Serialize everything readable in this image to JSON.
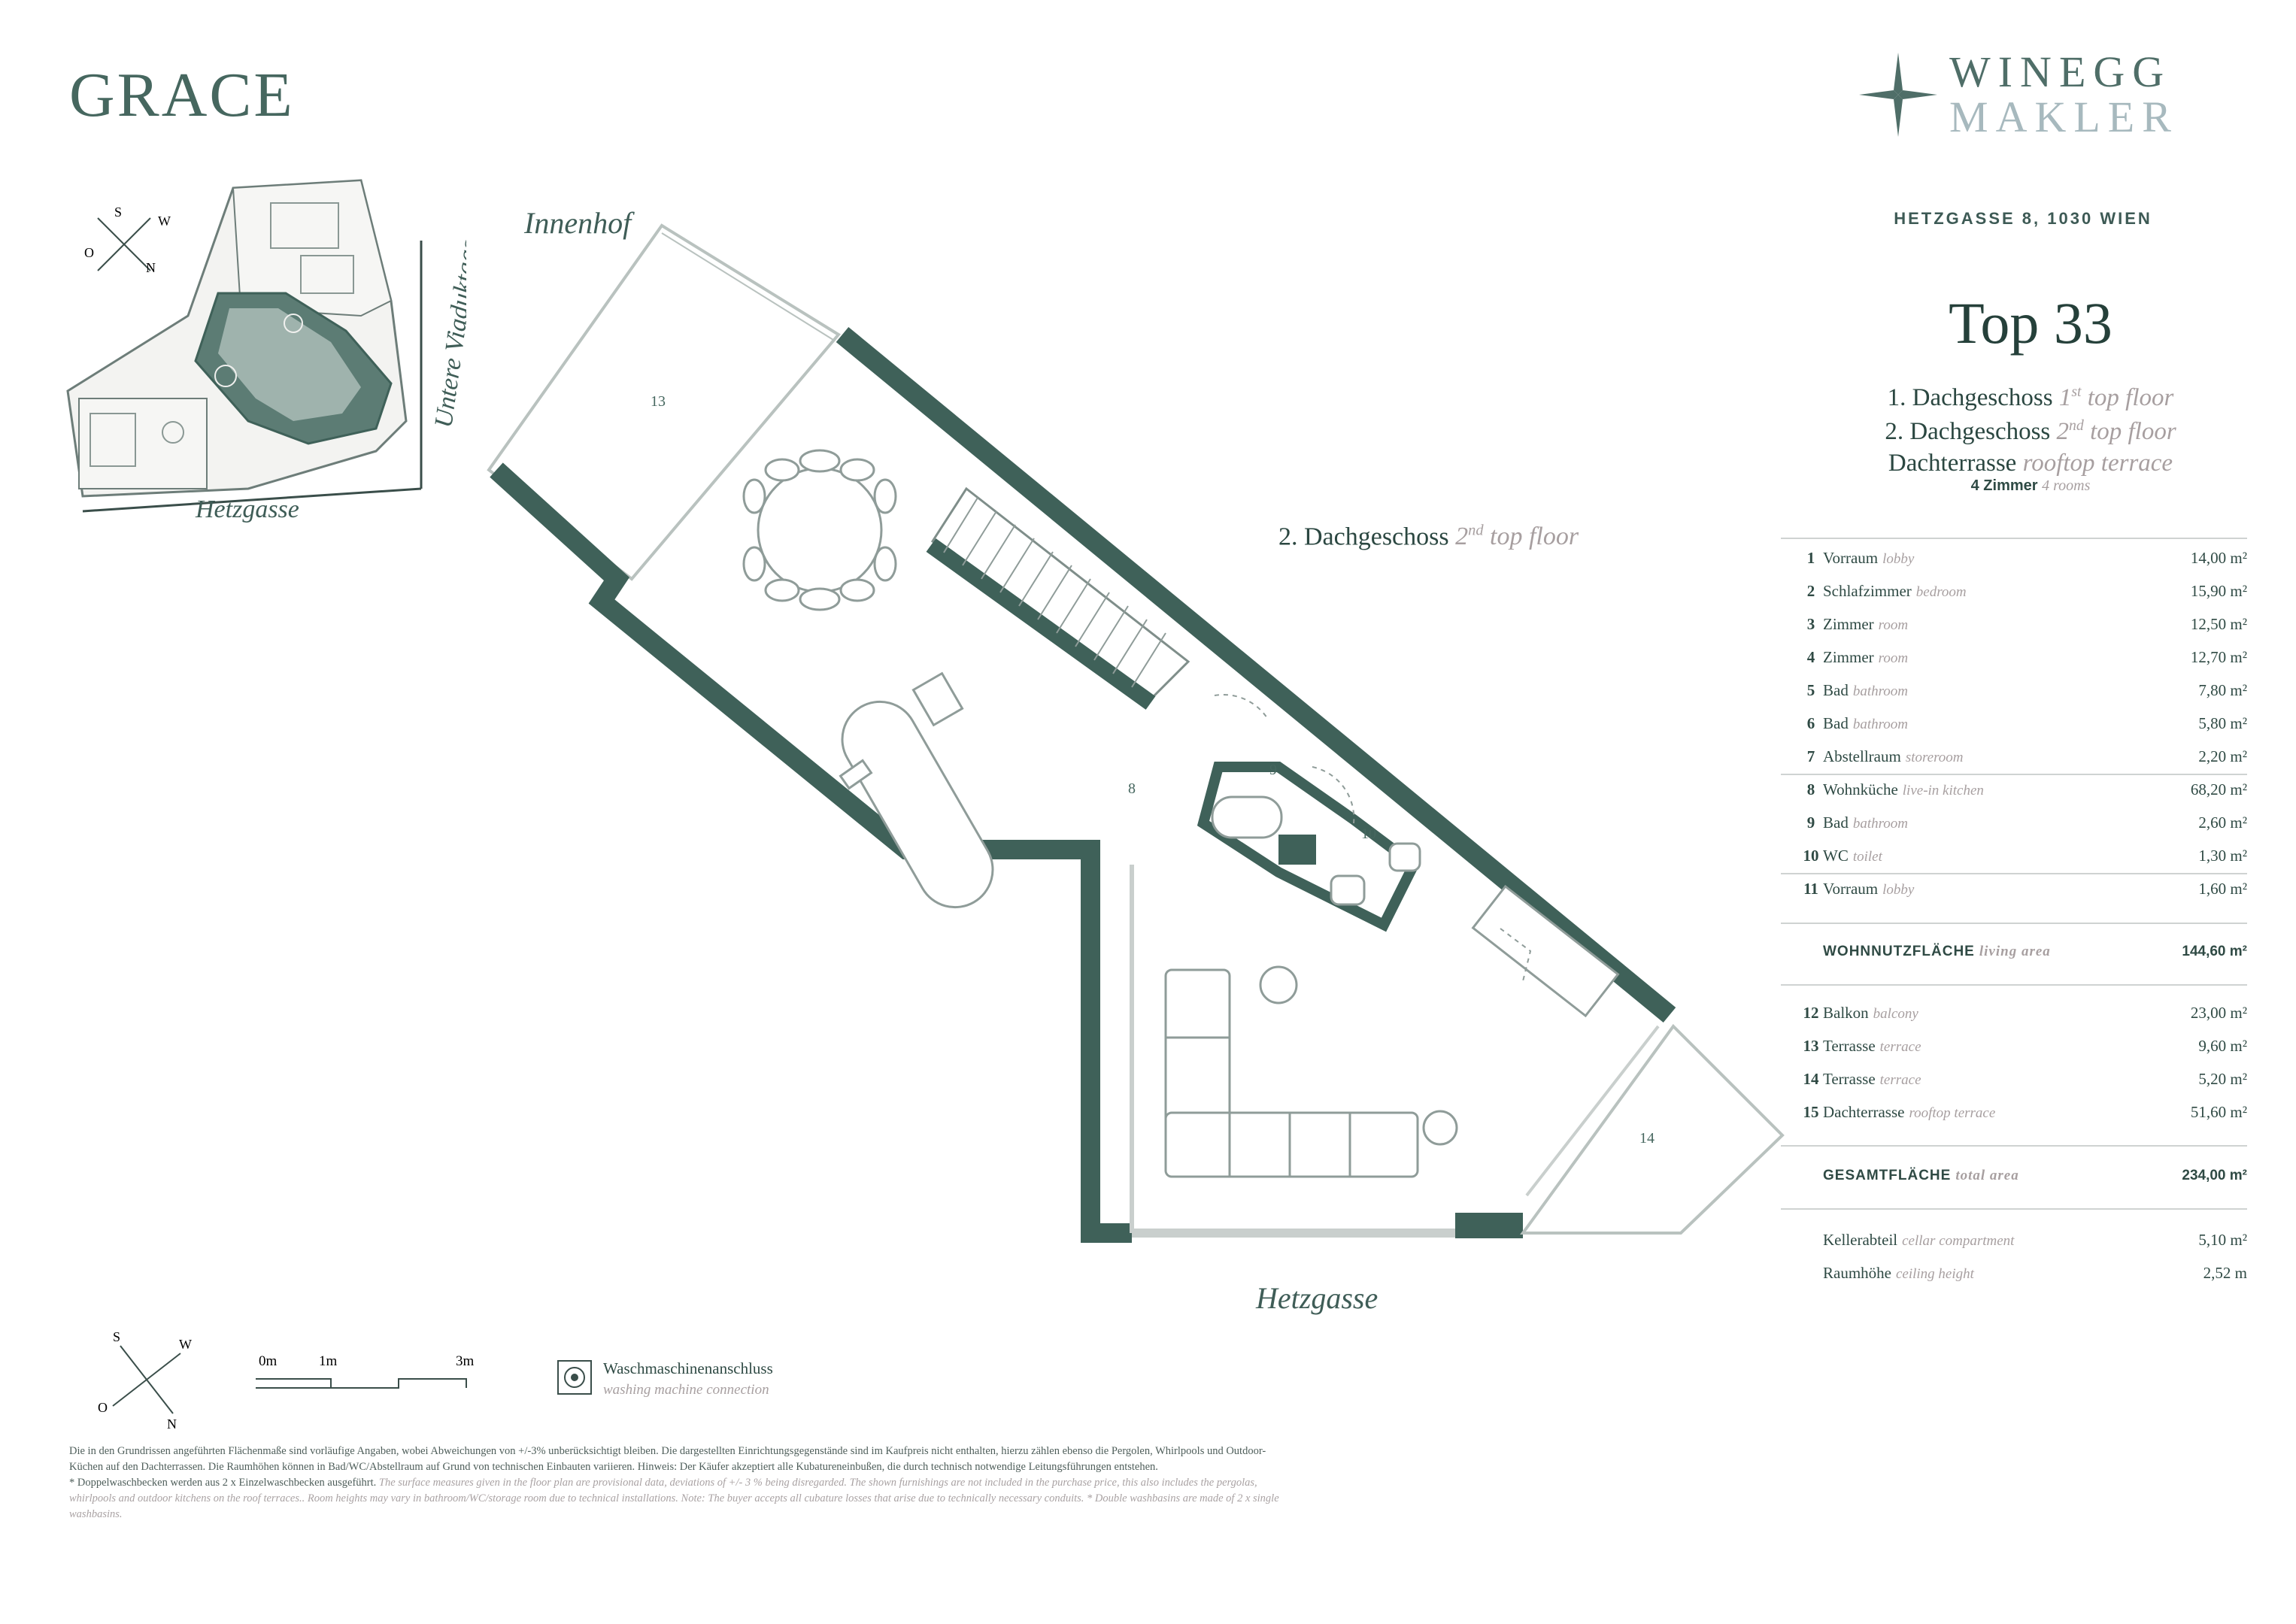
{
  "brand": "GRACE",
  "logo": {
    "line1": "WINEGG",
    "line2": "MAKLER"
  },
  "address": "HETZGASSE 8, 1030 WIEN",
  "unit": {
    "title": "Top 33",
    "floors": [
      {
        "de": "1. Dachgeschoss",
        "sup": "st",
        "en_pre": "1",
        "en_post": " top floor"
      },
      {
        "de": "2. Dachgeschoss",
        "sup": "nd",
        "en_pre": "2",
        "en_post": " top floor"
      },
      {
        "de": "Dachterrasse",
        "sup": "",
        "en_pre": "rooftop terrace",
        "en_post": ""
      }
    ],
    "rooms_de": "4 Zimmer",
    "rooms_en": "4 rooms"
  },
  "plan": {
    "floor_label_de": "2. Dachgeschoss",
    "floor_label_sup": "nd",
    "floor_label_en_pre": "2",
    "floor_label_en_post": " top floor",
    "street_top": "Innenhof",
    "street_bottom": "Hetzgasse",
    "room_numbers": {
      "r8": "8",
      "r9": "9",
      "r10": "10",
      "r13": "13",
      "r14": "14"
    }
  },
  "site_plan": {
    "street_right": "Untere Viaduktgasse",
    "street_bottom": "Hetzgasse",
    "compass": {
      "s": "S",
      "w": "W",
      "o": "O",
      "n": "N"
    }
  },
  "rooms": [
    {
      "num": "1",
      "de": "Vorraum",
      "en": "lobby",
      "area": "14,00 m²"
    },
    {
      "num": "2",
      "de": "Schlafzimmer",
      "en": "bedroom",
      "area": "15,90 m²"
    },
    {
      "num": "3",
      "de": "Zimmer",
      "en": "room",
      "area": "12,50 m²"
    },
    {
      "num": "4",
      "de": "Zimmer",
      "en": "room",
      "area": "12,70 m²"
    },
    {
      "num": "5",
      "de": "Bad",
      "en": "bathroom",
      "area": "7,80 m²"
    },
    {
      "num": "6",
      "de": "Bad",
      "en": "bathroom",
      "area": "5,80 m²"
    },
    {
      "num": "7",
      "de": "Abstellraum",
      "en": "storeroom",
      "area": "2,20 m²"
    },
    {
      "num": "8",
      "de": "Wohnküche",
      "en": "live-in kitchen",
      "area": "68,20 m²"
    },
    {
      "num": "9",
      "de": "Bad",
      "en": "bathroom",
      "area": "2,60 m²"
    },
    {
      "num": "10",
      "de": "WC",
      "en": "toilet",
      "area": "1,30 m²"
    },
    {
      "num": "11",
      "de": "Vorraum",
      "en": "lobby",
      "area": "1,60 m²"
    }
  ],
  "living_area": {
    "de": "WOHNNUTZFLÄCHE",
    "en": "living area",
    "area": "144,60 m²"
  },
  "outdoor": [
    {
      "num": "12",
      "de": "Balkon",
      "en": "balcony",
      "area": "23,00 m²"
    },
    {
      "num": "13",
      "de": "Terrasse",
      "en": "terrace",
      "area": "9,60 m²"
    },
    {
      "num": "14",
      "de": "Terrasse",
      "en": "terrace",
      "area": "5,20 m²"
    },
    {
      "num": "15",
      "de": "Dachterrasse",
      "en": "rooftop terrace",
      "area": "51,60 m²"
    }
  ],
  "total_area": {
    "de": "GESAMTFLÄCHE",
    "en": "total area",
    "area": "234,00 m²"
  },
  "extras": [
    {
      "de": "Kellerabteil",
      "en": "cellar compartment",
      "area": "5,10 m²"
    },
    {
      "de": "Raumhöhe",
      "en": "ceiling height",
      "area": "2,52 m"
    }
  ],
  "compass": {
    "s": "S",
    "w": "W",
    "o": "O",
    "n": "N"
  },
  "scale": {
    "t0": "0m",
    "t1": "1m",
    "t3": "3m"
  },
  "legend": {
    "de": "Waschmaschinenanschluss",
    "en": "washing machine connection",
    "icon": "washing-machine-icon"
  },
  "disclaimer": {
    "de": "Die in den Grundrissen angeführten Flächenmaße sind vorläufige Angaben, wobei Abweichungen von +/-3% unberücksichtigt bleiben. Die dargestellten Einrichtungsgegenstände sind im Kaufpreis nicht enthalten, hierzu zählen ebenso die Pergolen, Whirlpools und Outdoor-Küchen auf den Dachterrassen. Die Raumhöhen können in Bad/WC/Abstellraum auf Grund von technischen Einbauten variieren. Hinweis: Der Käufer akzeptiert alle Kubaturen­einbußen, die durch technisch notwendige Leitungsführungen entstehen.",
    "de2": "* Doppelwaschbecken werden aus 2 x Einzelwaschbecken ausgeführt.",
    "en": "The surface measures given in the floor plan are provisional data, deviations of +/- 3 % being disregarded. The shown furnishings are not included in the purchase price, this also includes the pergolas, whirlpools and outdoor kitchens on the roof terraces.. Room heights may vary in bathroom/WC/storage room due to technical installations. Note: The buyer accepts all cubature losses that arise due to technically necessary conduits. * Double washbasins are made of 2 x single washbasins."
  },
  "colors": {
    "wall": "#3f6159",
    "text": "#2e4a44",
    "muted": "#a79fa0",
    "logo_light": "#a7b9be"
  }
}
